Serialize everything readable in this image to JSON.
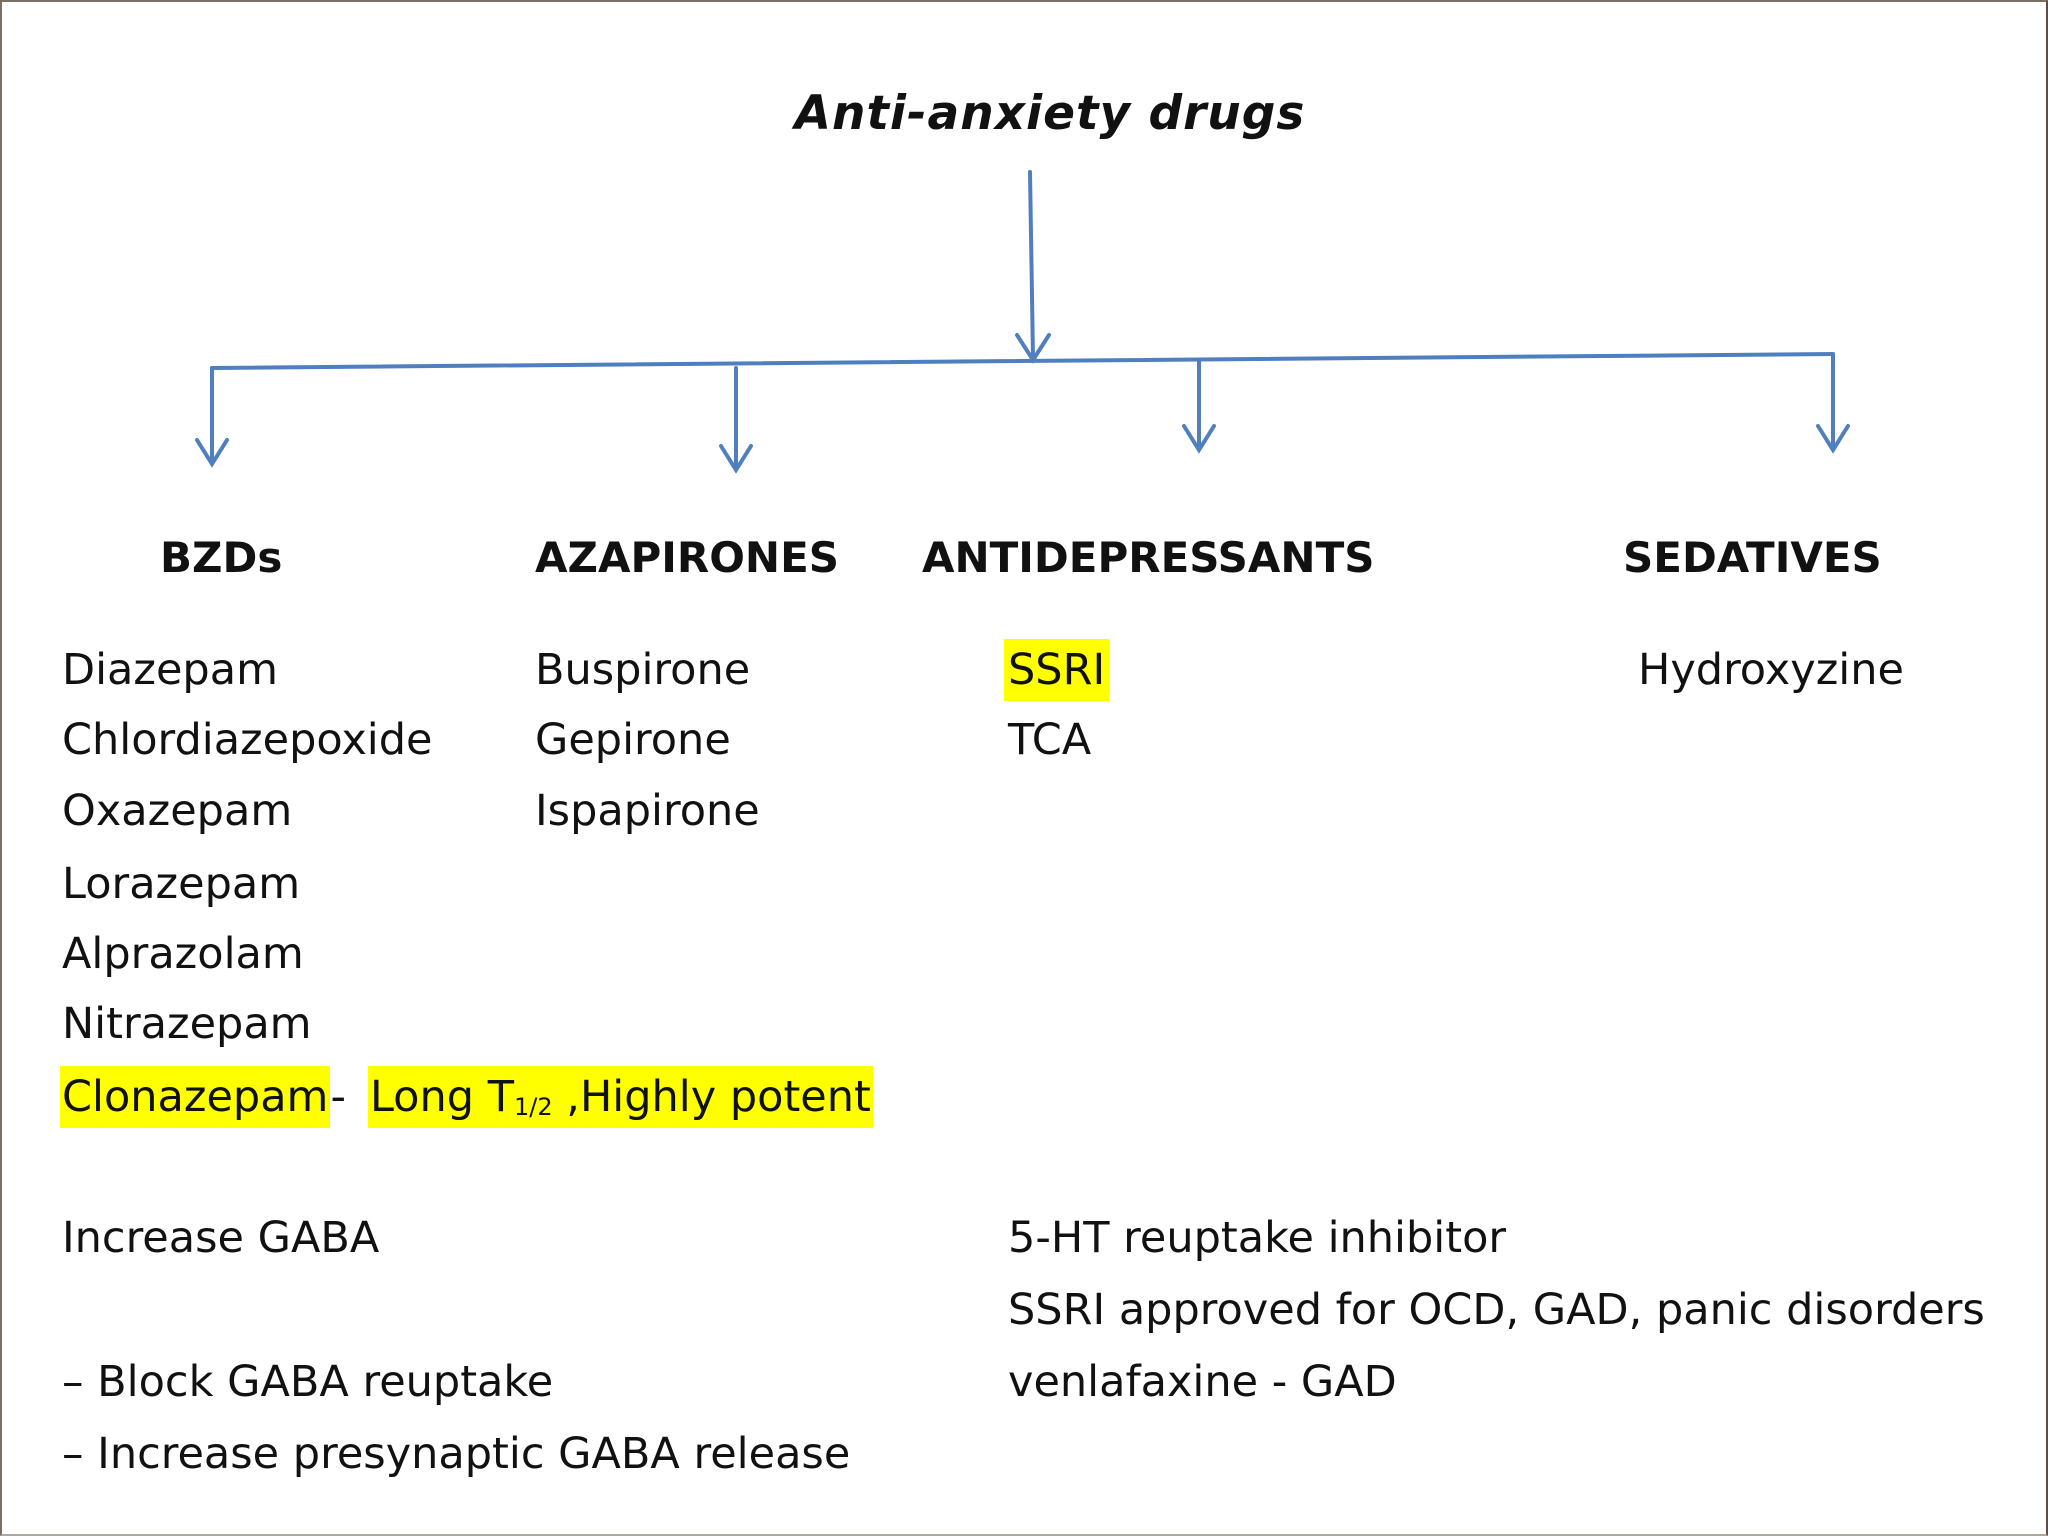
{
  "title": "Anti-anxiety drugs",
  "colors": {
    "arrow": "#4f7fbf",
    "highlight": "#ffff00"
  },
  "categories": {
    "bzd": "BZDs",
    "azapirones": "AZAPIRONES",
    "antidepressants": "ANTIDEPRESSANTS",
    "sedatives": "SEDATIVES"
  },
  "bzd_items": [
    "Diazepam",
    "Chlordiazepoxide",
    "Oxazepam",
    "Lorazepam",
    "Alprazolam",
    "Nitrazepam",
    "Clonazepam"
  ],
  "clonazepam_dash": "-",
  "clonazepam_note": {
    "prefix": "Long T",
    "subscript": "1/2",
    "suffix": " ,Highly potent"
  },
  "azapirone_items": [
    "Buspirone",
    "Gepirone",
    "Ispapirone"
  ],
  "antidepressant_items": [
    "SSRI",
    "TCA"
  ],
  "sedative_items": [
    "Hydroxyzine"
  ],
  "bzd_notes": [
    "Increase GABA",
    "– Block GABA reuptake",
    "– Increase presynaptic GABA release"
  ],
  "antidepressant_notes": [
    "5-HT reuptake inhibitor",
    "SSRI approved for OCD, GAD, panic disorders",
    "venlafaxine - GAD"
  ]
}
